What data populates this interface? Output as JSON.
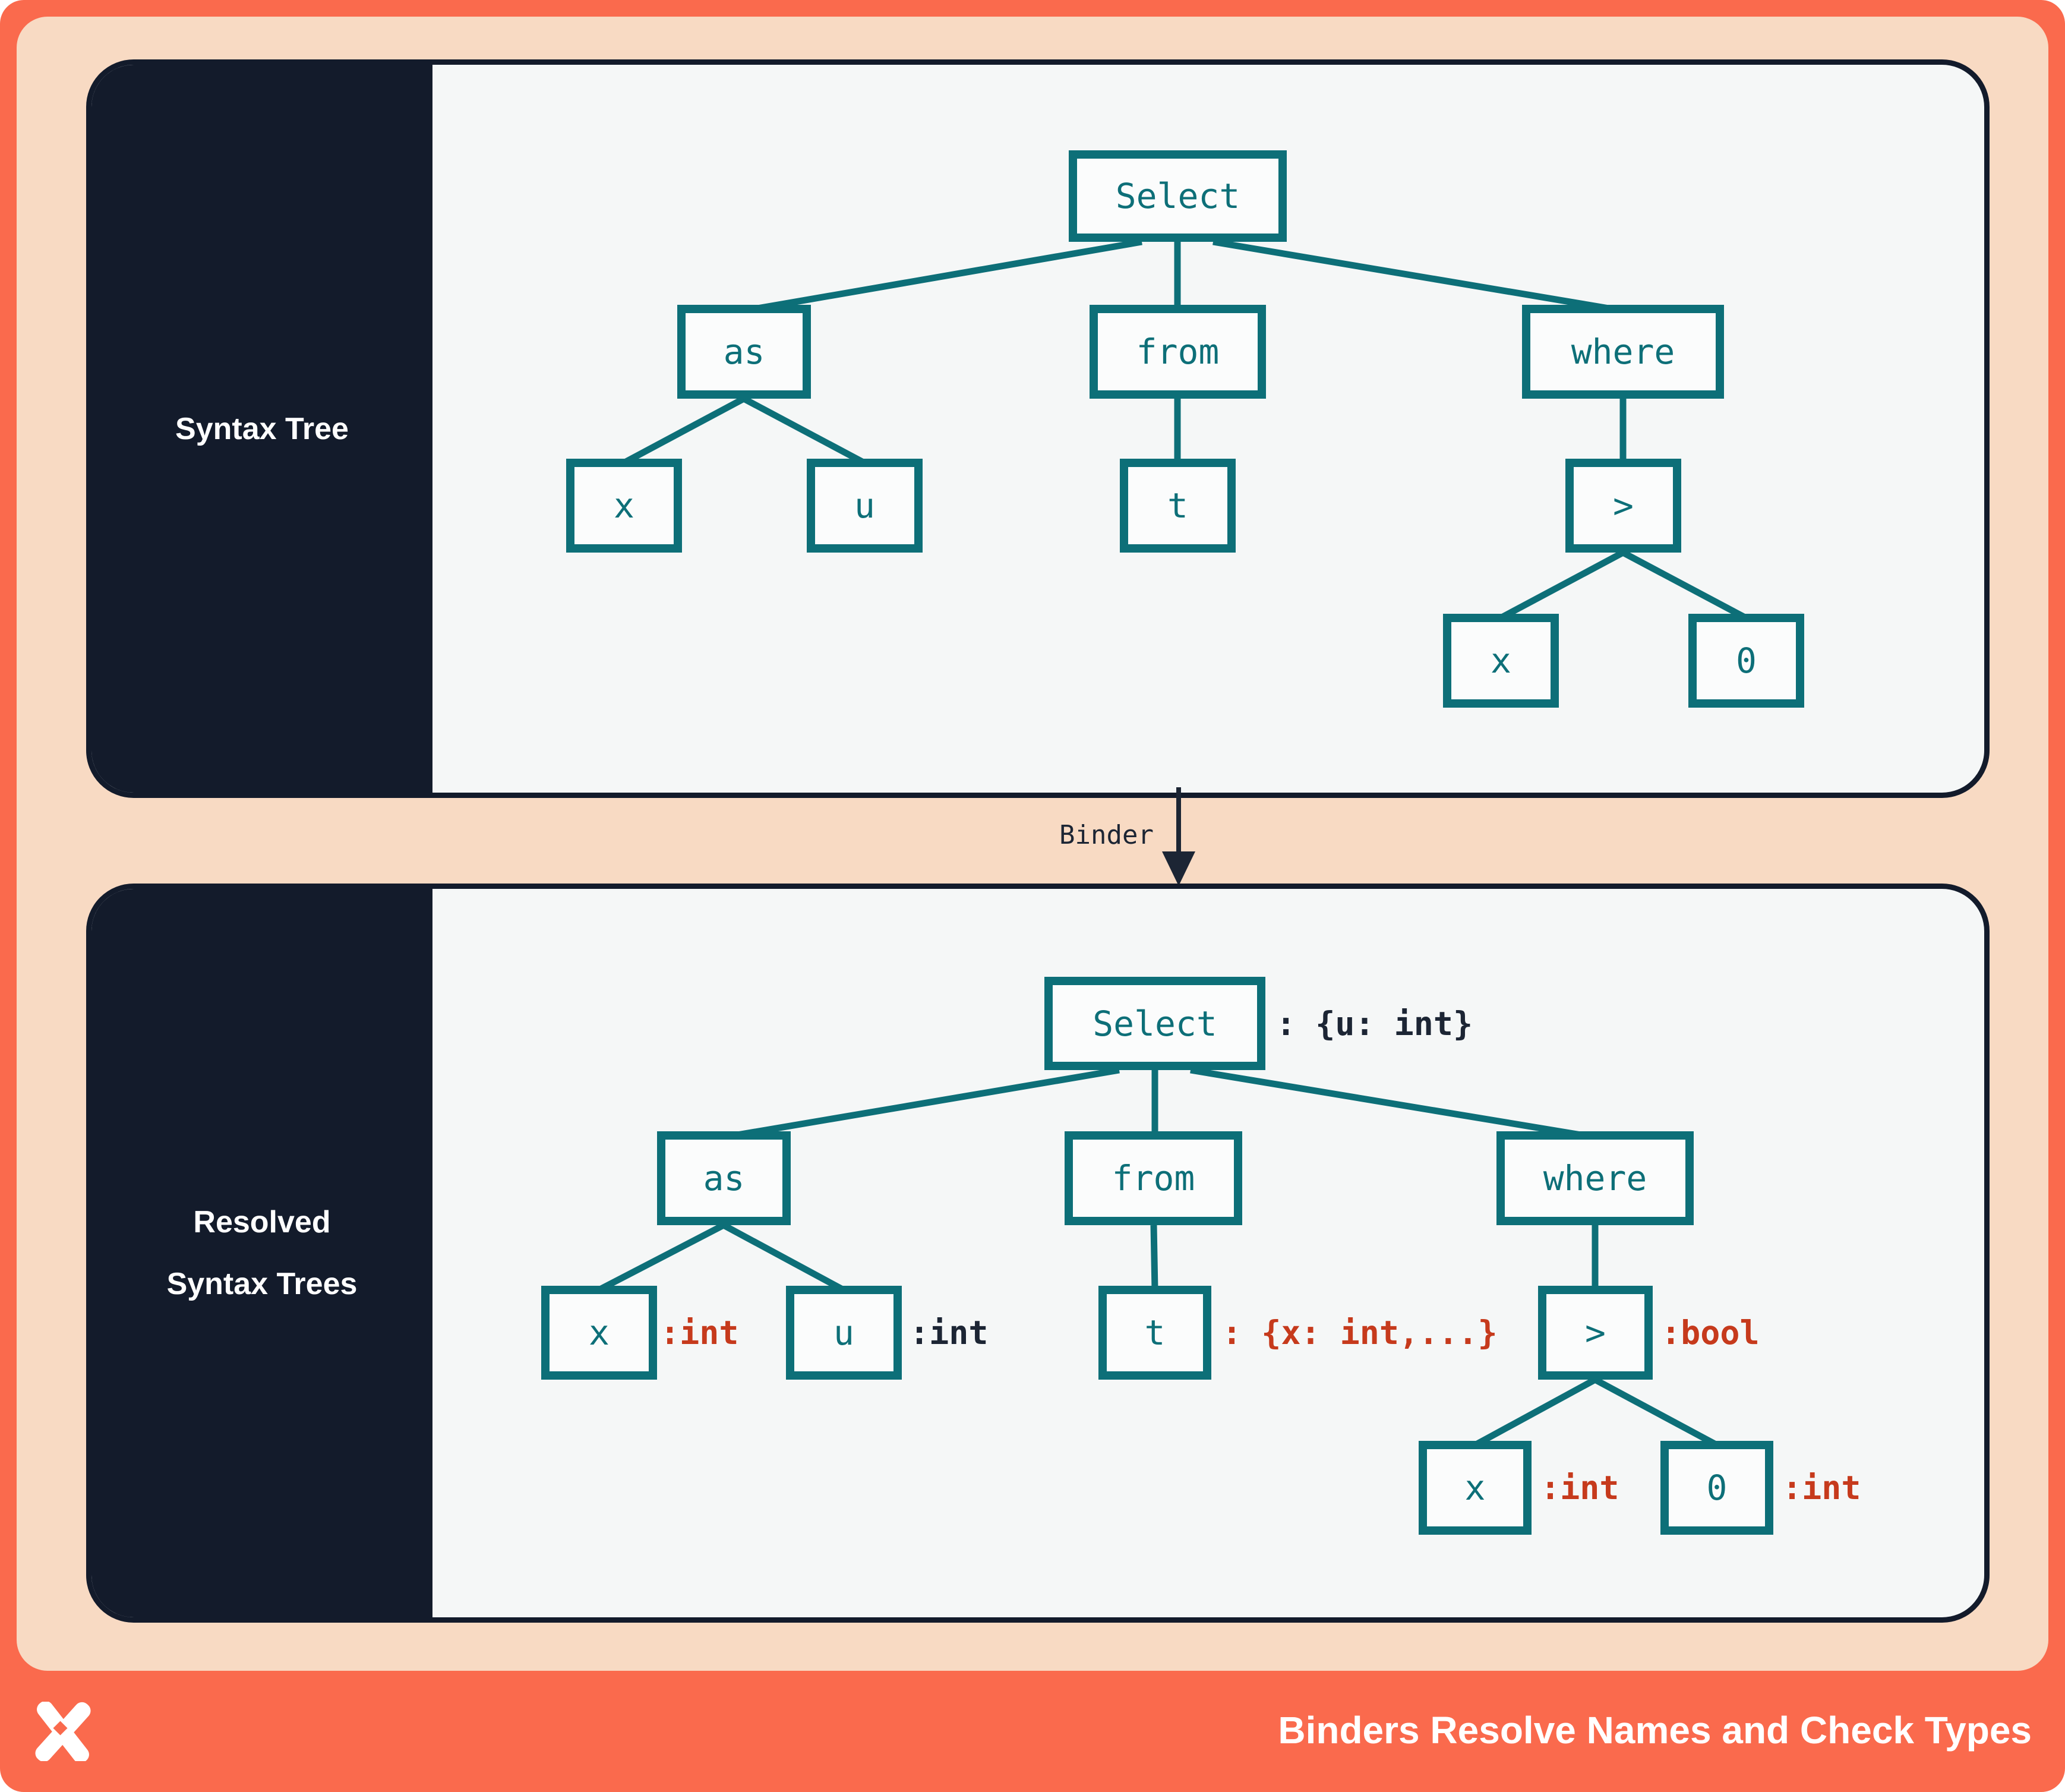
{
  "colors": {
    "frame_orange": "#FA6A4D",
    "peach": "#F8DAC3",
    "navy": "#131B2B",
    "panel_bg": "#F5F7F7",
    "teal": "#0D6F78",
    "annotation_red": "#C63A1C",
    "annotation_dark": "#1C2534",
    "white": "#FFFFFF"
  },
  "top_panel": {
    "sidebar_label": "Syntax Tree",
    "nodes": {
      "select": "Select",
      "as": "as",
      "from": "from",
      "where": "where",
      "x1": "x",
      "u": "u",
      "t": "t",
      "gt": ">",
      "x2": "x",
      "zero": "0"
    }
  },
  "binder": {
    "label": "Binder"
  },
  "bottom_panel": {
    "sidebar_label_line1": "Resolved",
    "sidebar_label_line2": "Syntax Trees",
    "nodes": {
      "select": "Select",
      "as": "as",
      "from": "from",
      "where": "where",
      "x1": "x",
      "u": "u",
      "t": "t",
      "gt": ">",
      "x2": "x",
      "zero": "0"
    },
    "annotations": {
      "select": ": {u: int}",
      "x1": ":int",
      "u": ":int",
      "t": ": {x: int,...}",
      "gt": ":bool",
      "x2": ":int",
      "zero": ":int"
    }
  },
  "footer": {
    "title": "Binders Resolve Names and Check Types",
    "logo": "x-star-logo"
  }
}
